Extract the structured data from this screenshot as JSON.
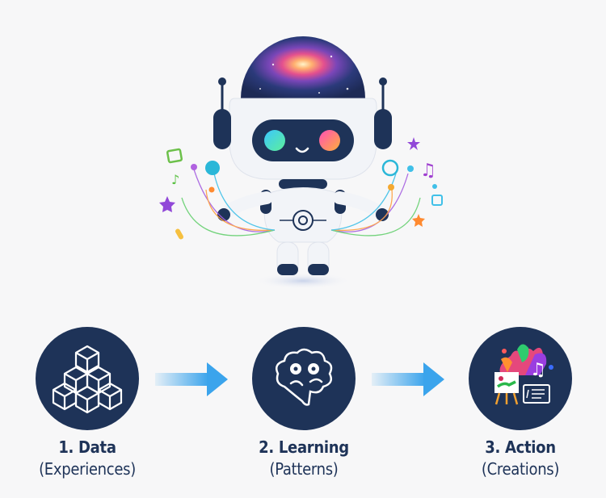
{
  "illustration": {
    "subject": "robot-mascot",
    "head_theme": "galaxy"
  },
  "colors": {
    "background": "#f7f7f8",
    "circle": "#1e3358",
    "label": "#1e3358",
    "arrow": "#3ba4ec"
  },
  "steps": [
    {
      "title": "1. Data",
      "subtitle": "(Experiences)",
      "icon": "cubes-icon"
    },
    {
      "title": "2. Learning",
      "subtitle": "(Patterns)",
      "icon": "brain-gears-icon"
    },
    {
      "title": "3. Action",
      "subtitle": "(Creations)",
      "icon": "creations-icon"
    }
  ]
}
